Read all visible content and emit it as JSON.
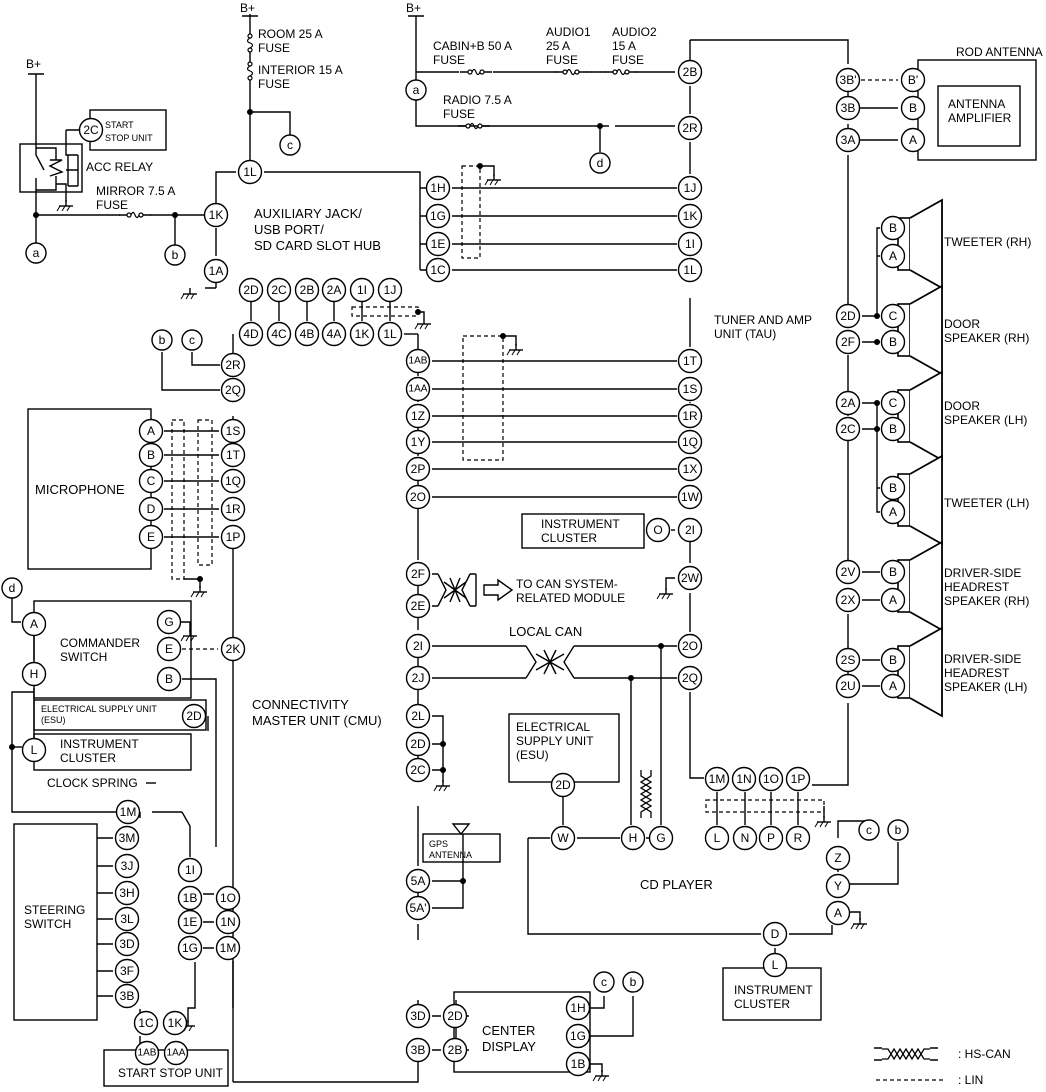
{
  "supply": {
    "bplus": "B+"
  },
  "fuses": {
    "room": "ROOM 25 A",
    "room2": "FUSE",
    "interior": "INTERIOR 15 A",
    "interior2": "FUSE",
    "mirror": "MIRROR 7.5 A",
    "mirror2": "FUSE",
    "cabin": "CABIN+B 50 A",
    "cabin2": "FUSE",
    "audio1": "AUDIO1",
    "audio1b": "25 A",
    "audio1c": "FUSE",
    "audio2": "AUDIO2",
    "audio2b": "15 A",
    "audio2c": "FUSE",
    "radio": "RADIO 7.5 A",
    "radio2": "FUSE"
  },
  "refs": {
    "a": "a",
    "b": "b",
    "c": "c",
    "d": "d"
  },
  "components": {
    "start_stop_small": [
      "START",
      "STOP UNIT"
    ],
    "acc_relay": "ACC RELAY",
    "aux_hub": [
      "AUXILIARY JACK/",
      "USB PORT/",
      "SD CARD SLOT HUB"
    ],
    "microphone": "MICROPHONE",
    "commander": [
      "COMMANDER",
      "SWITCH"
    ],
    "esu_left": [
      "ELECTRICAL SUPPLY UNIT",
      "(ESU)"
    ],
    "instrument_left": [
      "INSTRUMENT",
      "CLUSTER"
    ],
    "clock_spring": "CLOCK SPRING",
    "steering": [
      "STEERING",
      "SWITCH"
    ],
    "start_stop_unit": "START STOP UNIT",
    "cmu": [
      "CONNECTIVITY",
      "MASTER UNIT (CMU)"
    ],
    "instrument_mid": [
      "INSTRUMENT",
      "CLUSTER"
    ],
    "can_system": [
      "TO CAN SYSTEM-",
      "RELATED MODULE"
    ],
    "local_can": "LOCAL CAN",
    "esu_mid": [
      "ELECTRICAL",
      "SUPPLY UNIT",
      "(ESU)"
    ],
    "gps": [
      "GPS",
      "ANTENNA"
    ],
    "cd_player": "CD PLAYER",
    "instrument_bottom": [
      "INSTRUMENT",
      "CLUSTER"
    ],
    "center_display": [
      "CENTER",
      "DISPLAY"
    ],
    "tau": [
      "TUNER AND AMP",
      "UNIT (TAU)"
    ],
    "rod_antenna": "ROD ANTENNA",
    "antenna_amp": [
      "ANTENNA",
      "AMPLIFIER"
    ],
    "tweeter_rh": "TWEETER (RH)",
    "door_rh": [
      "DOOR",
      "SPEAKER (RH)"
    ],
    "door_lh": [
      "DOOR",
      "SPEAKER (LH)"
    ],
    "tweeter_lh": "TWEETER (LH)",
    "hr_rh": [
      "DRIVER-SIDE",
      "HEADREST",
      "SPEAKER (RH)"
    ],
    "hr_lh": [
      "DRIVER-SIDE",
      "HEADREST",
      "SPEAKER (LH)"
    ]
  },
  "legend": {
    "hs_can": ": HS-CAN",
    "lin": ": LIN"
  },
  "pins": {
    "ss_2C": "2C",
    "aux_1L": "1L",
    "aux_1K": "1K",
    "aux_1A": "1A",
    "aux_1H": "1H",
    "aux_1G": "1G",
    "aux_1E": "1E",
    "aux_1C": "1C",
    "aux_2D": "2D",
    "aux_2C": "2C",
    "aux_2B": "2B",
    "aux_2A": "2A",
    "aux_1I": "1I",
    "aux_1J": "1J",
    "cmu_4D": "4D",
    "cmu_4C": "4C",
    "cmu_4B": "4B",
    "cmu_4A": "4A",
    "cmu_1K": "1K",
    "cmu_1L": "1L",
    "cmu_2R": "2R",
    "cmu_2Q": "2Q",
    "cmu_1S": "1S",
    "cmu_1T": "1T",
    "cmu_1Q": "1Q",
    "cmu_1R": "1R",
    "cmu_1P": "1P",
    "cmu_2K": "2K",
    "cmu_1O": "1O",
    "cmu_1N": "1N",
    "cmu_1M": "1M",
    "mic_A": "A",
    "mic_B": "B",
    "mic_C": "C",
    "mic_D": "D",
    "mic_E": "E",
    "cs_A": "A",
    "cs_H": "H",
    "cs_G": "G",
    "cs_E": "E",
    "cs_B": "B",
    "esu_2D": "2D",
    "ic_L": "L",
    "clk_1M": "1M",
    "clk_1I": "1I",
    "clk_1B": "1B",
    "clk_1E": "1E",
    "clk_1G": "1G",
    "sw_3M": "3M",
    "sw_3J": "3J",
    "sw_3H": "3H",
    "sw_3L": "3L",
    "sw_3D": "3D",
    "sw_3F": "3F",
    "sw_3B": "3B",
    "sw_1C": "1C",
    "sw_1K": "1K",
    "ssu_1AB": "1AB",
    "ssu_1AA": "1AA",
    "cmu_1AB": "1AB",
    "cmu_1AA": "1AA",
    "cmu_1Z": "1Z",
    "cmu_1Y": "1Y",
    "cmu_2P": "2P",
    "cmu_2O": "2O",
    "cmu_2F": "2F",
    "cmu_2E": "2E",
    "cmu_2I": "2I",
    "cmu_2J": "2J",
    "cmu_2L": "2L",
    "cmu_2D": "2D",
    "cmu_2C": "2C",
    "cmu_5A": "5A",
    "cmu_5A2": "5A'",
    "cmu_3D": "3D",
    "cmu_3B": "3B",
    "ic_O": "O",
    "esu2_2D": "2D",
    "cd_W": "W",
    "cd_H": "H",
    "cd_G": "G",
    "cd_L": "L",
    "cd_N": "N",
    "cd_P": "P",
    "cd_R": "R",
    "cd_Z": "Z",
    "cd_Y": "Y",
    "cd_A": "A",
    "cd_D": "D",
    "ic2_L": "L",
    "dsp_2D": "2D",
    "dsp_2B": "2B",
    "dsp_1H": "1H",
    "dsp_1G": "1G",
    "dsp_1B": "1B",
    "tau_2B": "2B",
    "tau_2R": "2R",
    "tau_1J": "1J",
    "tau_1K": "1K",
    "tau_1I": "1I",
    "tau_1L": "1L",
    "tau_1T": "1T",
    "tau_1S": "1S",
    "tau_1R": "1R",
    "tau_1Q": "1Q",
    "tau_1X": "1X",
    "tau_1W": "1W",
    "tau_2I": "2I",
    "tau_2W": "2W",
    "tau_2O": "2O",
    "tau_2Q": "2Q",
    "tau_1M": "1M",
    "tau_1N": "1N",
    "tau_1O": "1O",
    "tau_1P": "1P",
    "tau_3B2": "3B'",
    "tau_3B": "3B",
    "tau_3A": "3A",
    "tau_2D": "2D",
    "tau_2F": "2F",
    "tau_2A": "2A",
    "tau_2C": "2C",
    "tau_2V": "2V",
    "tau_2X": "2X",
    "tau_2S": "2S",
    "tau_2U": "2U",
    "ant_B2": "B'",
    "ant_B": "B",
    "ant_A": "A",
    "spk1_B": "B",
    "spk1_A": "A",
    "spk2_C": "C",
    "spk2_B": "B",
    "spk3_C": "C",
    "spk3_B": "B",
    "spk4_B": "B",
    "spk4_A": "A",
    "spk5_B": "B",
    "spk5_A": "A",
    "spk6_B": "B",
    "spk6_A": "A"
  }
}
